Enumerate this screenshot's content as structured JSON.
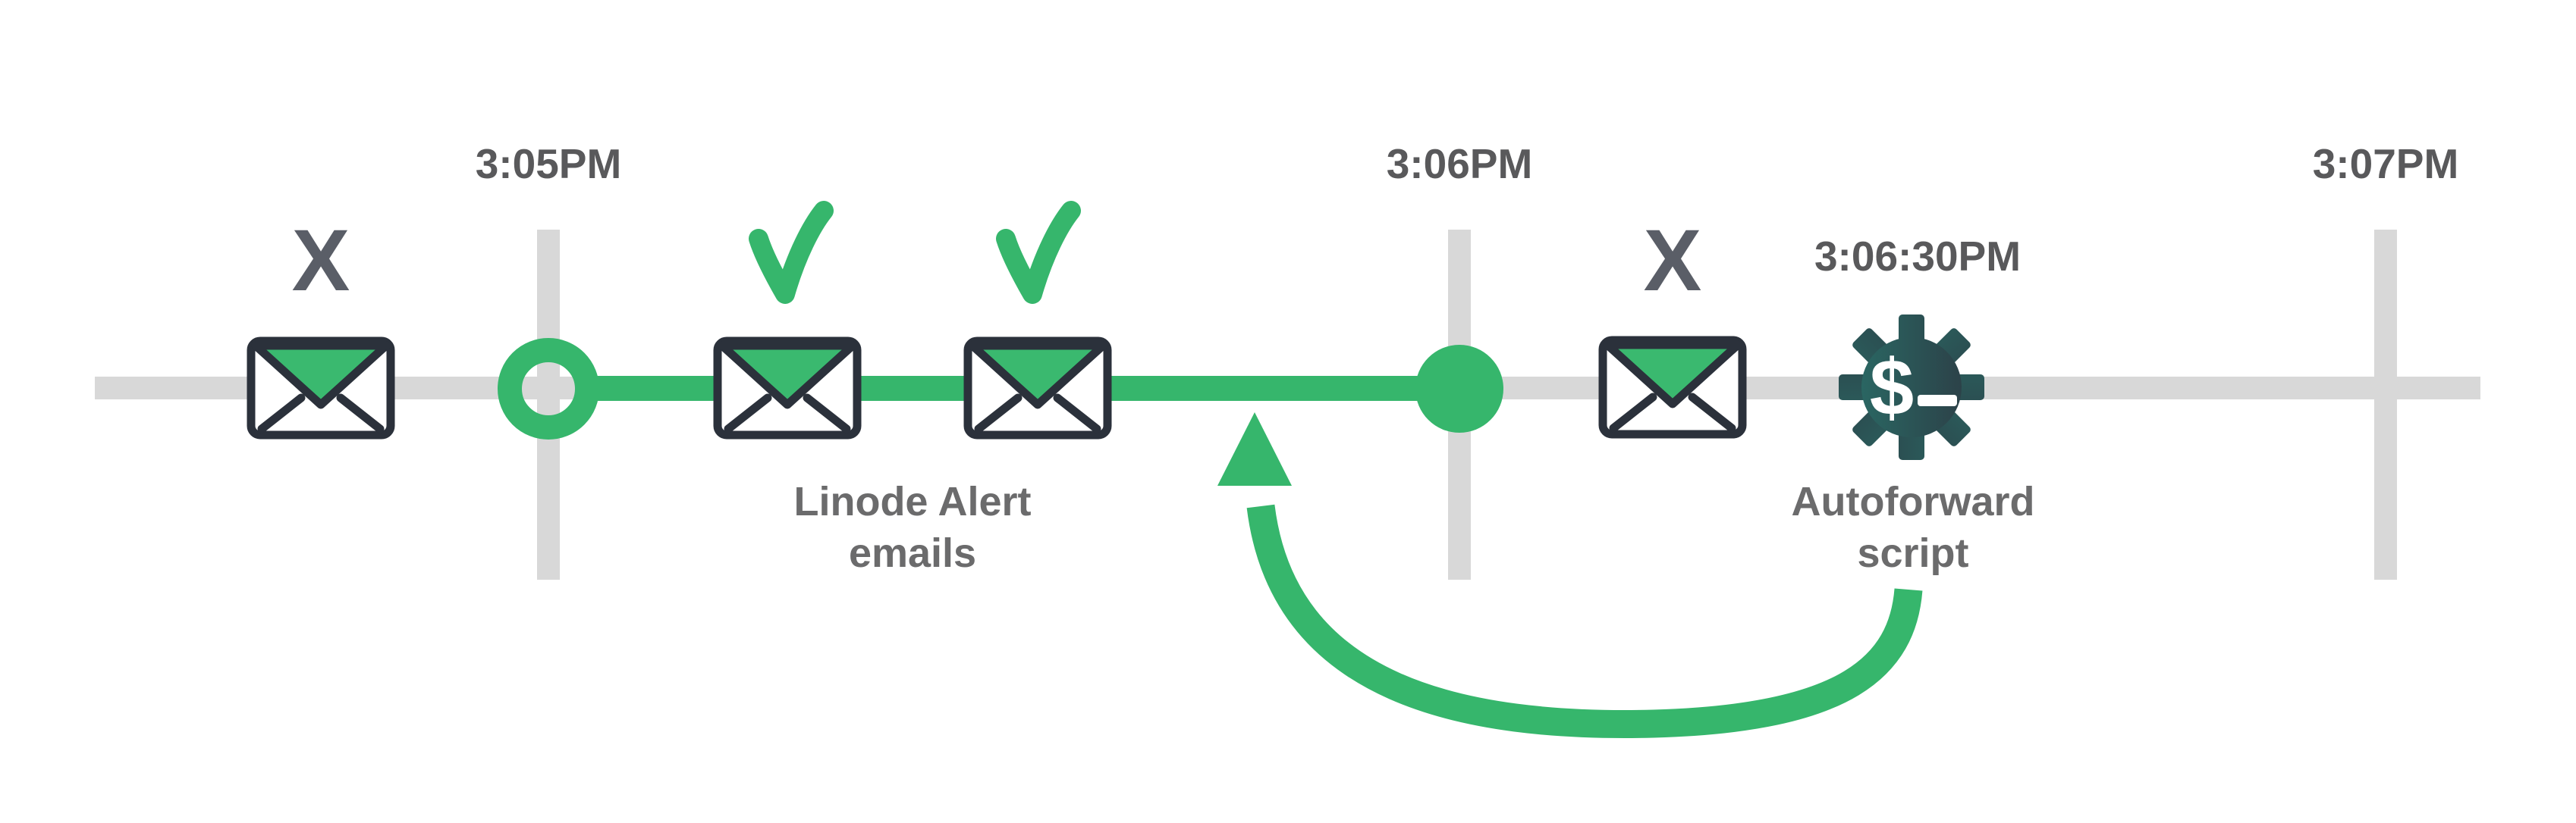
{
  "colors": {
    "green": "#36b66c",
    "flap": "#3ab96f",
    "gray": "#d8d8d8",
    "outline": "#2b313b",
    "x_mark": "#5a5e67",
    "time_label": "#59595b",
    "caption": "#6b6b6c",
    "gear_teal": "#2a6e68",
    "gear_dark": "#2c3a43",
    "background": "#ffffff"
  },
  "timeline": {
    "tick_labels": [
      "3:05PM",
      "3:06PM",
      "3:07PM"
    ],
    "event_time_label": "3:06:30PM"
  },
  "markers": {
    "fail_glyph": "X",
    "missed_email_left": {
      "icon": "envelope-icon",
      "status": "missed"
    },
    "alert_email_1": {
      "icon": "envelope-icon",
      "status": "delivered"
    },
    "alert_email_2": {
      "icon": "envelope-icon",
      "status": "delivered"
    },
    "missed_email_right": {
      "icon": "envelope-icon",
      "status": "missed"
    },
    "start_node": "hollow-circle",
    "end_node": "solid-circle"
  },
  "captions": {
    "alert_emails": {
      "line1": "Linode Alert",
      "line2": "emails"
    },
    "autoforward": {
      "line1": "Autoforward",
      "line2": "script"
    }
  },
  "icons": {
    "gear": "gear-terminal-icon",
    "gear_glyph_dollar": "$",
    "check": "check-icon",
    "arrow": "curved-up-arrow-icon"
  }
}
